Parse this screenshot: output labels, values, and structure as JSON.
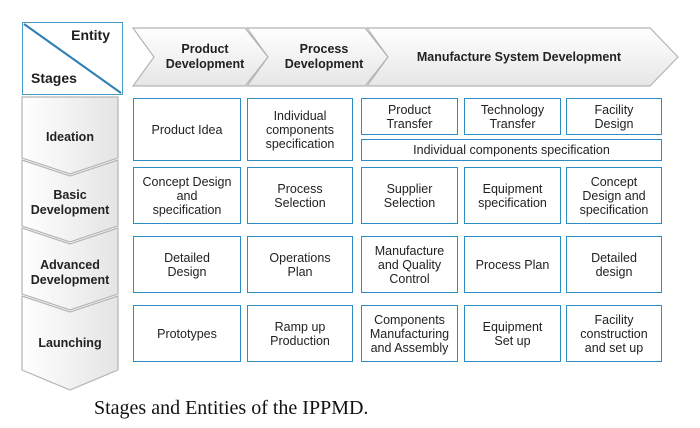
{
  "corner": {
    "entity": "Entity",
    "stages": "Stages"
  },
  "entities": [
    {
      "label": "Product\nDevelopment"
    },
    {
      "label": "Process\nDevelopment"
    },
    {
      "label": "Manufacture System Development"
    }
  ],
  "stages": [
    {
      "label": "Ideation"
    },
    {
      "label": "Basic\nDevelopment"
    },
    {
      "label": "Advanced\nDevelopment"
    },
    {
      "label": "Launching"
    }
  ],
  "cells": {
    "ideation": {
      "product": "Product Idea",
      "process": "Individual\ncomponents\nspecification",
      "product_transfer": "Product\nTransfer",
      "technology_transfer": "Technology\nTransfer",
      "facility_design": "Facility\nDesign",
      "components_spec_wide": "Individual components specification"
    },
    "basic": {
      "product": "Concept Design\nand\nspecification",
      "process": "Process\nSelection",
      "supplier": "Supplier\nSelection",
      "equipment": "Equipment\nspecification",
      "facility": "Concept\nDesign and\nspecification"
    },
    "advanced": {
      "product": "Detailed\nDesign",
      "process": "Operations\nPlan",
      "manufacture": "Manufacture\nand Quality\nControl",
      "process_plan": "Process Plan",
      "facility": "Detailed\ndesign"
    },
    "launching": {
      "product": "Prototypes",
      "process": "Ramp up\nProduction",
      "components": "Components\nManufacturing\nand Assembly",
      "equipment": "Equipment\nSet up",
      "facility": "Facility\nconstruction\nand set up"
    }
  },
  "caption": "Stages and Entities of the IPPMD.",
  "colors": {
    "cell_border": "#2d8cc2",
    "arrow_fill": "#f2f2f2",
    "arrow_stroke": "#b5b5b5"
  }
}
